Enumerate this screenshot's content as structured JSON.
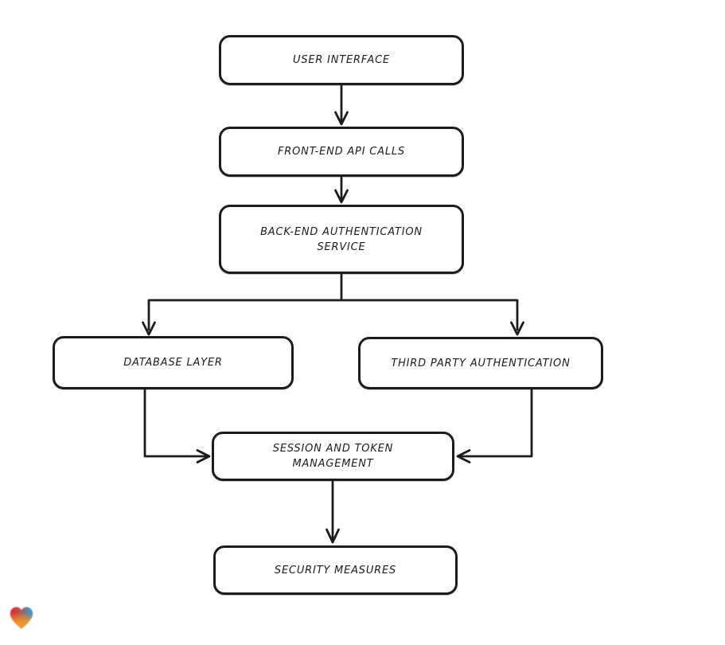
{
  "diagram": {
    "title": "authentication flow diagram",
    "colors": {
      "stroke": "#1c1c1c",
      "node_fill": "#ffffff",
      "background": "#ffffff"
    },
    "nodes": [
      {
        "id": "user-interface",
        "label": "USER INTERFACE"
      },
      {
        "id": "front-end-api-calls",
        "label": "FRONT-END API CALLS"
      },
      {
        "id": "back-end-authentication-service",
        "label": "BACK-END AUTHENTICATION\nSERVICE"
      },
      {
        "id": "database-layer",
        "label": "DATABASE LAYER"
      },
      {
        "id": "third-party-authentication",
        "label": "THIRD PARTY AUTHENTICATION"
      },
      {
        "id": "session-and-token-management",
        "label": "SESSION AND TOKEN\nMANAGEMENT"
      },
      {
        "id": "security-measures",
        "label": "SECURITY MEASURES"
      }
    ],
    "edges": [
      {
        "from": "user-interface",
        "to": "front-end-api-calls"
      },
      {
        "from": "front-end-api-calls",
        "to": "back-end-authentication-service"
      },
      {
        "from": "back-end-authentication-service",
        "to": "database-layer"
      },
      {
        "from": "back-end-authentication-service",
        "to": "third-party-authentication"
      },
      {
        "from": "database-layer",
        "to": "session-and-token-management"
      },
      {
        "from": "third-party-authentication",
        "to": "session-and-token-management"
      },
      {
        "from": "session-and-token-management",
        "to": "security-measures"
      }
    ]
  },
  "logo": {
    "name": "eraser-heart-logo",
    "colors": {
      "red": "#e02330",
      "blue": "#2a9fd8",
      "orange": "#f79a2b"
    }
  }
}
